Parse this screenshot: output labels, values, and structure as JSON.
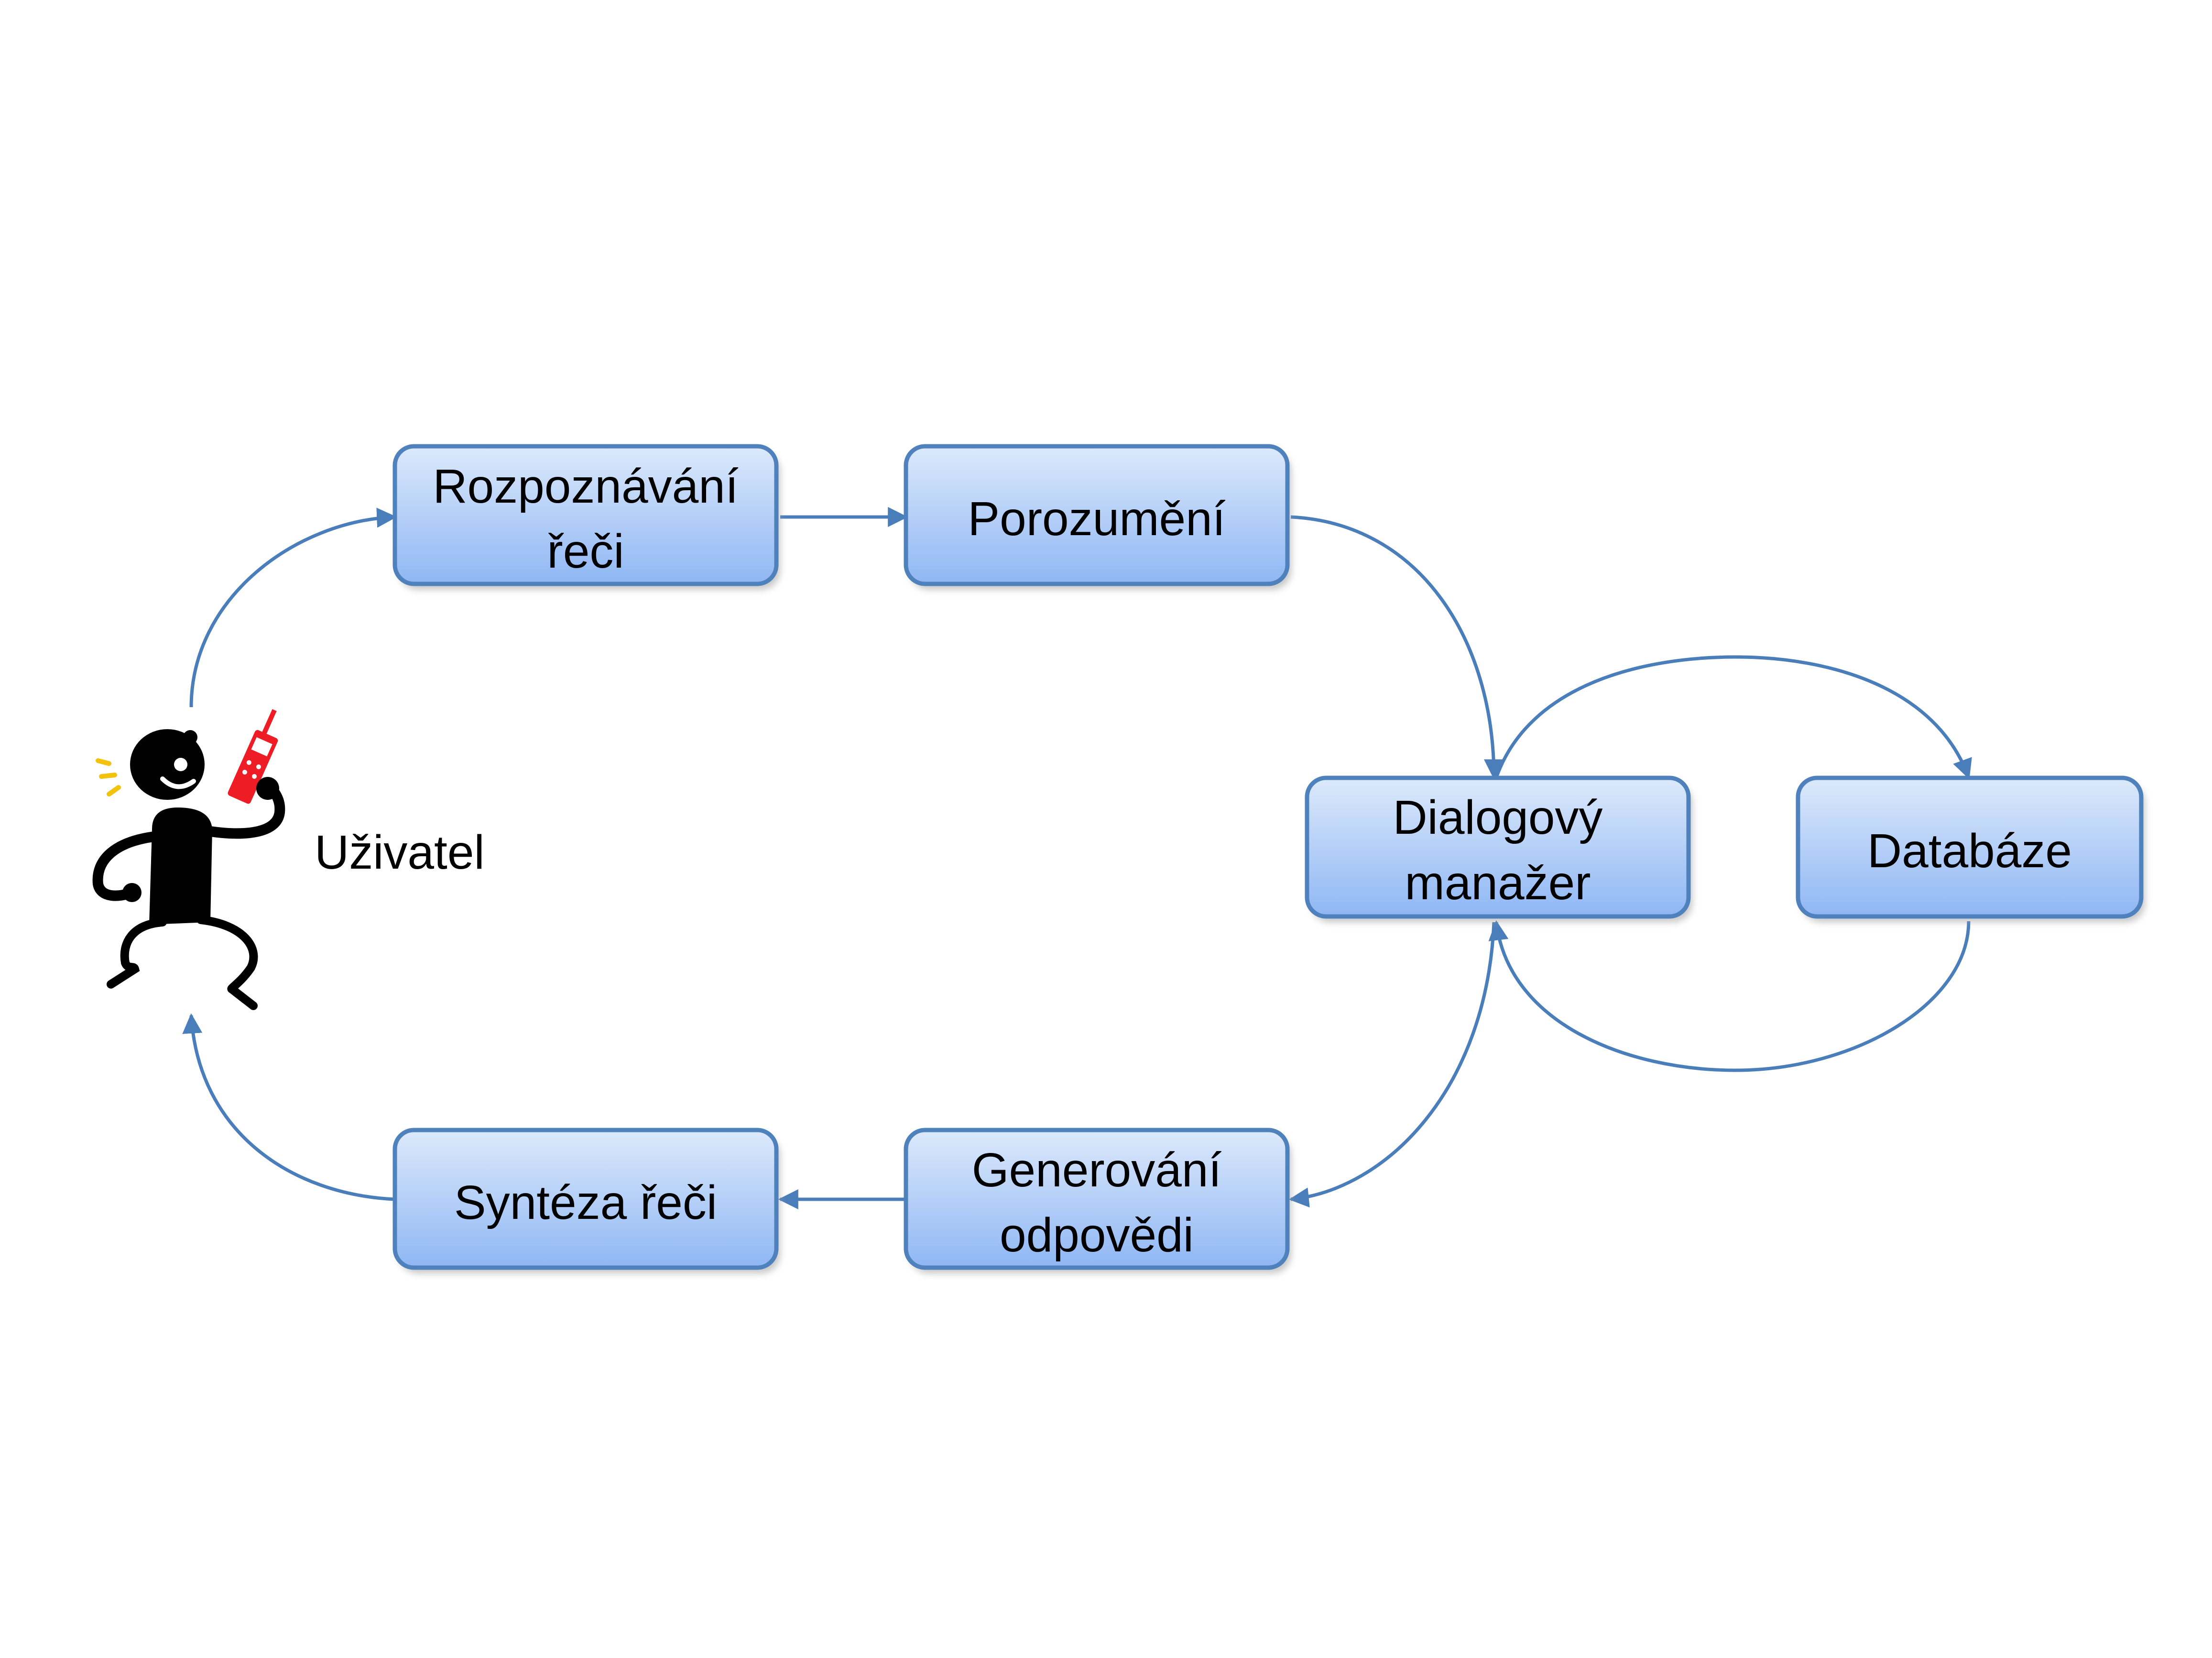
{
  "user": {
    "label": "Uživatel"
  },
  "nodes": {
    "asr": {
      "lines": [
        "Rozpoznávání",
        "řeči"
      ]
    },
    "nlu": {
      "lines": [
        "Porozumění"
      ]
    },
    "dm": {
      "lines": [
        "Dialogový",
        "manažer"
      ]
    },
    "db": {
      "lines": [
        "Databáze"
      ]
    },
    "nlg": {
      "lines": [
        "Generování",
        "odpovědi"
      ]
    },
    "tts": {
      "lines": [
        "Syntéza řeči"
      ]
    }
  },
  "colors": {
    "box_top": "#dce9fb",
    "box_bottom": "#8fb7f4",
    "box_border": "#4f81bd",
    "arrow": "#4a7ebb",
    "phone": "#ee1c24",
    "figure": "#000000",
    "spark": "#f2c20d"
  },
  "icons": {
    "user": "person-with-phone-icon"
  }
}
